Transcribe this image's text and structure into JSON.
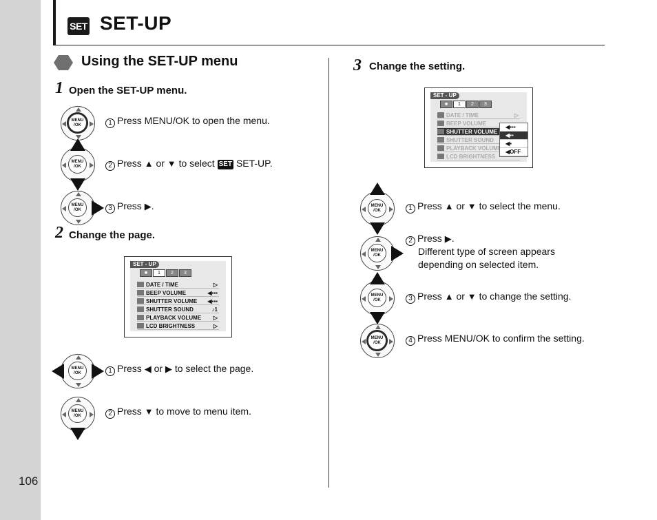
{
  "page": {
    "number": "106"
  },
  "header": {
    "icon_text": "SET",
    "title": "SET-UP"
  },
  "section": {
    "title": "Using the SET-UP menu"
  },
  "step1": {
    "num": "1",
    "title": "Open the SET-UP menu.",
    "items": [
      {
        "n": "1",
        "text": "Press MENU/OK to open the menu."
      },
      {
        "n": "2",
        "pre": "Press",
        "mid": "or",
        "post": "to select",
        "tail": "SET-UP."
      },
      {
        "n": "3",
        "pre": "Press",
        "post": "."
      }
    ]
  },
  "step2": {
    "num": "2",
    "title": "Change the page.",
    "items": [
      {
        "n": "1",
        "pre": "Press",
        "mid": "or",
        "post": "to select the page."
      },
      {
        "n": "2",
        "pre": "Press",
        "post": "to move to menu item."
      }
    ]
  },
  "step3": {
    "num": "3",
    "title": "Change the setting.",
    "items": [
      {
        "n": "1",
        "pre": "Press",
        "mid": "or",
        "post": "to select the menu."
      },
      {
        "n": "2",
        "pre": "Press",
        "post": ".",
        "line2": "Different type of screen appears",
        "line3": "depending on selected item."
      },
      {
        "n": "3",
        "pre": "Press",
        "mid": "or",
        "post": "to change the setting."
      },
      {
        "n": "4",
        "text": "Press MENU/OK to confirm the setting."
      }
    ]
  },
  "dial": {
    "label_top": "MENU",
    "label_bottom": "/OK"
  },
  "lcd1": {
    "header": "SET - UP",
    "tabs": [
      "",
      "1",
      "2",
      "3"
    ],
    "rows": [
      {
        "label": "DATE / TIME",
        "value": "▷"
      },
      {
        "label": "BEEP VOLUME",
        "value": "◀▪▪▪"
      },
      {
        "label": "SHUTTER VOLUME",
        "value": "◀▪▪▪"
      },
      {
        "label": "SHUTTER SOUND",
        "value": "♪1"
      },
      {
        "label": "PLAYBACK VOLUME",
        "value": "▷"
      },
      {
        "label": "LCD BRIGHTNESS",
        "value": "▷"
      }
    ]
  },
  "lcd2": {
    "header": "SET - UP",
    "tabs": [
      "",
      "1",
      "2",
      "3"
    ],
    "rows": [
      {
        "label": "DATE / TIME",
        "value": "▷"
      },
      {
        "label": "BEEP VOLUME",
        "value": ""
      },
      {
        "label": "SHUTTER VOLUME",
        "value": ""
      },
      {
        "label": "SHUTTER SOUND",
        "value": ""
      },
      {
        "label": "PLAYBACK VOLUME",
        "value": ""
      },
      {
        "label": "LCD BRIGHTNESS",
        "value": ""
      }
    ],
    "options": [
      "◀▪▪▪",
      "◀▪▪",
      "◀▪",
      "◀OFF"
    ]
  }
}
